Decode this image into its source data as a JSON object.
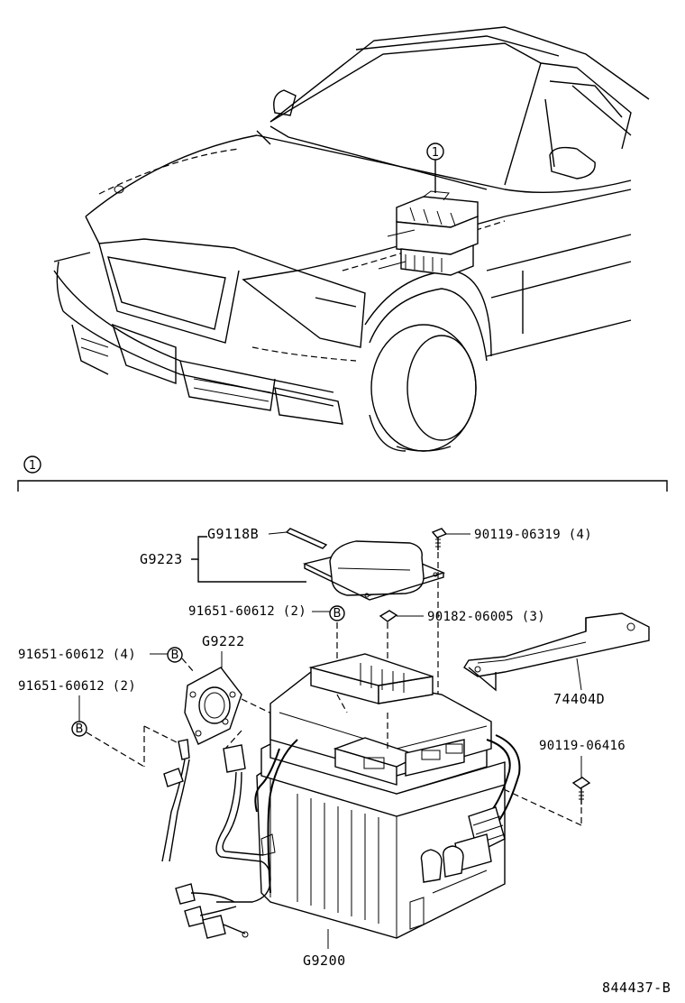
{
  "diagram": {
    "callout_top": "1",
    "callout_section": "1",
    "parts": {
      "g9118b": "G9118B",
      "g9223": "G9223",
      "p90119_06319": "90119-06319 (4)",
      "p91651_60612_2a": "91651-60612 (2)",
      "badge_b_1": "B",
      "p90182_06005": "90182-06005 (3)",
      "g9222": "G9222",
      "p91651_60612_4": "91651-60612 (4)",
      "badge_b_2": "B",
      "p91651_60612_2b": "91651-60612 (2)",
      "badge_b_3": "B",
      "p74404d": "74404D",
      "p90119_06416": "90119-06416",
      "g9200": "G9200"
    },
    "figure_id": "844437-B"
  }
}
